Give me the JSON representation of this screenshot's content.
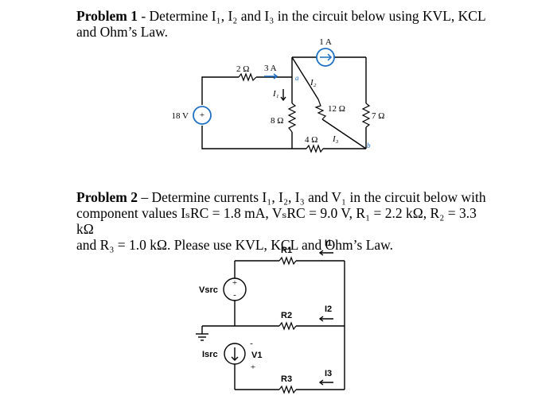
{
  "problem1": {
    "heading": "Problem 1",
    "text_line1": " - Determine I₁, I₂ and I₃ in the circuit below using KVL, KCL",
    "text_line2": "and Ohm’s Law."
  },
  "circuit1": {
    "source_18v": "18 V",
    "r_2ohm": "2 Ω",
    "i_3a": "3 A",
    "i_1a": "1 A",
    "node_a": "a",
    "node_b": "b",
    "i1": "I₁",
    "i2": "I₂",
    "i3": "I₃",
    "r_8ohm": "8 Ω",
    "r_12ohm": "12 Ω",
    "r_7ohm": "7 Ω",
    "r_4ohm": "4 Ω",
    "plus": "+"
  },
  "problem2": {
    "heading": "Problem 2",
    "text_line1": " – Determine currents I₁, I₂, I₃ and V₁ in the circuit below with",
    "text_line2": "component values IₛRC = 1.8 mA, VₛRC = 9.0 V, R₁ = 2.2 kΩ, R₂ = 3.3 kΩ",
    "text_line3": "and R₃ = 1.0 kΩ. Please use KVL, KCL and Ohm’s Law."
  },
  "circuit2": {
    "vsrc": "Vsrc",
    "isrc": "Isrc",
    "v1": "V1",
    "r1": "R1",
    "r2": "R2",
    "r3": "R3",
    "i1": "I1",
    "i2": "I2",
    "i3": "I3",
    "plus": "+",
    "minus": "-"
  },
  "colors": {
    "source_blue": "#1e6fc4"
  }
}
